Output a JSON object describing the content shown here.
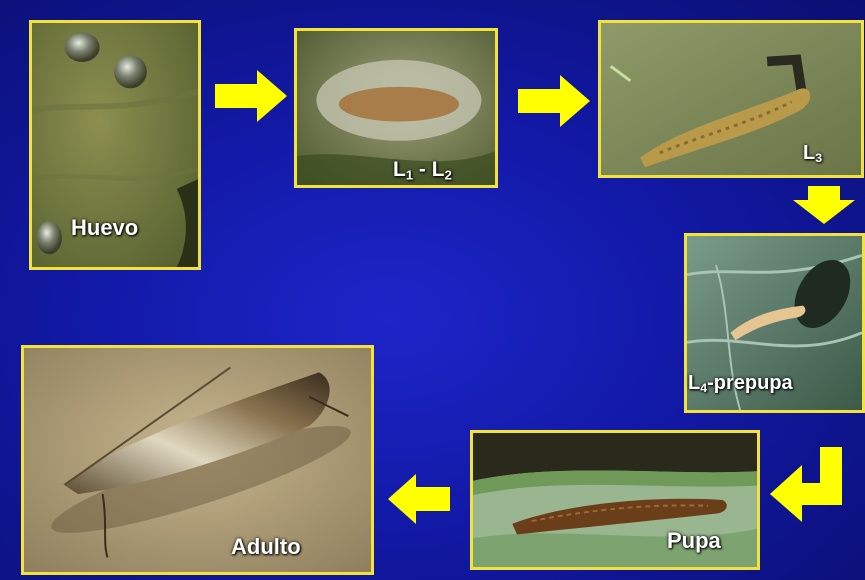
{
  "stages": {
    "huevo": {
      "label": "Huevo"
    },
    "l1l2": {
      "label_a": "L",
      "sub_a": "1",
      "label_mid": " - L",
      "sub_b": "2"
    },
    "l3": {
      "label": "L",
      "sub": "3"
    },
    "l4": {
      "label": "L",
      "sub": "4",
      "suffix": "-prepupa"
    },
    "pupa": {
      "label": "Pupa"
    },
    "adulto": {
      "label": "Adulto"
    }
  },
  "arrows": [
    "right-arrow",
    "right-arrow",
    "down-arrow",
    "bent-left-arrow",
    "left-arrow"
  ],
  "colors": {
    "frame": "#f2e23a",
    "arrow": "#ffff00",
    "background": "#1219a6"
  }
}
